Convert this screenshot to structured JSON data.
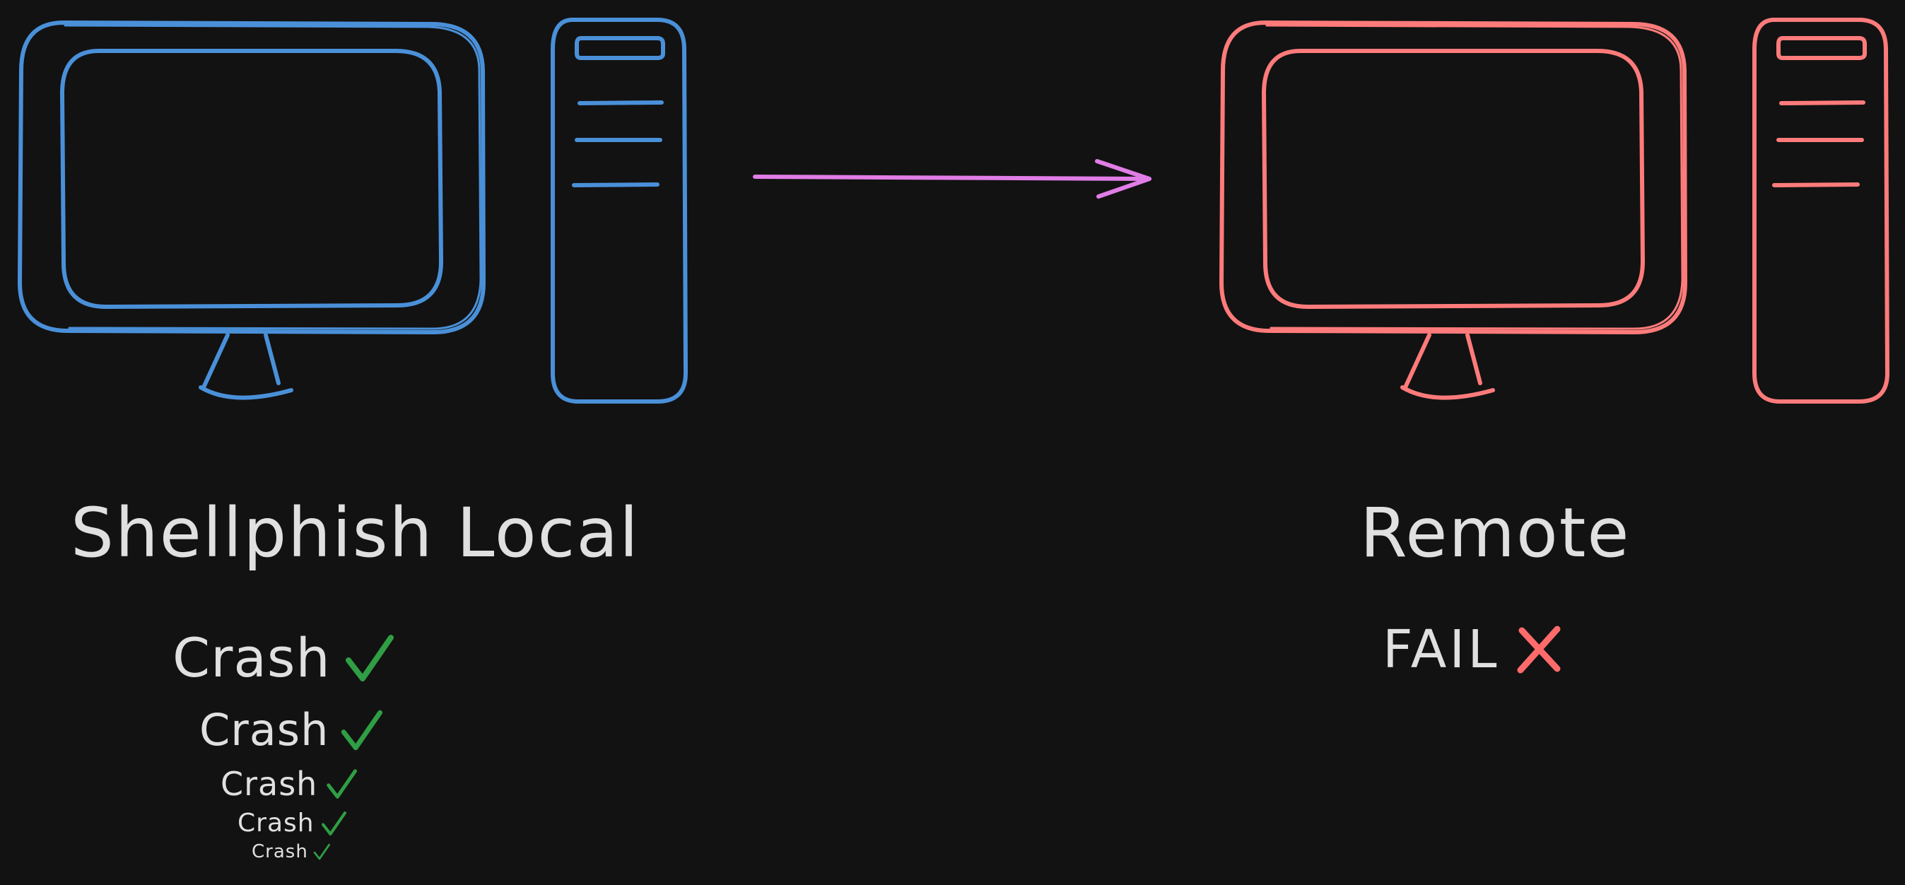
{
  "colors": {
    "background": "#121212",
    "local": "#4a90d9",
    "remote": "#ff7b7b",
    "arrow": "#e17de6",
    "text": "#e0e0e0",
    "check": "#2f9e44",
    "cross": "#ff6b6b"
  },
  "local": {
    "title": "Shellphish Local",
    "icon": "desktop-computer-icon",
    "results": [
      {
        "label": "Crash",
        "status_icon": "check-icon"
      },
      {
        "label": "Crash",
        "status_icon": "check-icon"
      },
      {
        "label": "Crash",
        "status_icon": "check-icon"
      },
      {
        "label": "Crash",
        "status_icon": "check-icon"
      },
      {
        "label": "Crash",
        "status_icon": "check-icon"
      }
    ]
  },
  "remote": {
    "title": "Remote",
    "icon": "desktop-computer-icon",
    "result": {
      "label": "FAIL",
      "status_icon": "cross-icon"
    }
  },
  "connector": {
    "icon": "arrow-right-icon"
  }
}
